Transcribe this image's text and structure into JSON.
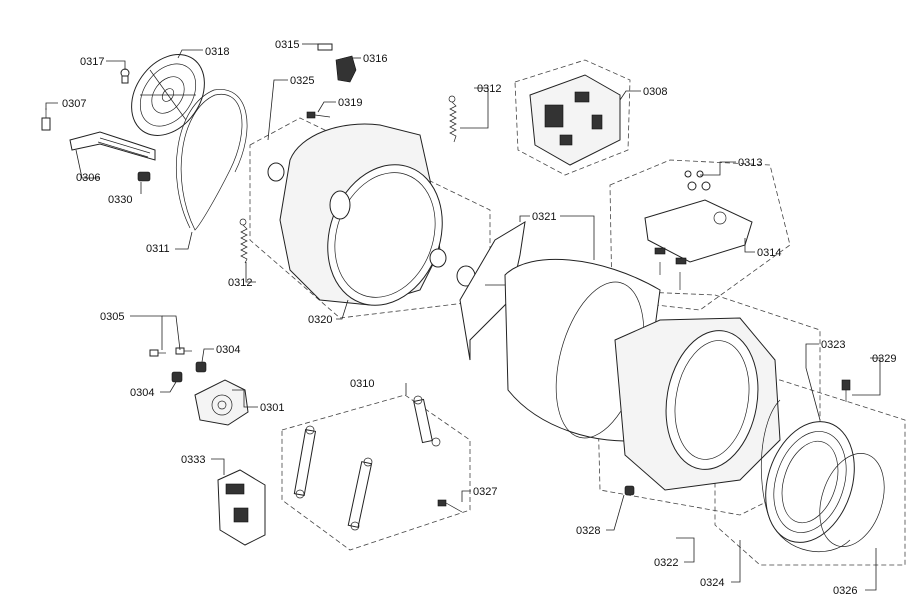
{
  "labels": {
    "p0301": "0301",
    "p0304a": "0304",
    "p0304b": "0304",
    "p0305": "0305",
    "p0306": "0306",
    "p0307": "0307",
    "p0308": "0308",
    "p0310": "0310",
    "p0311": "0311",
    "p0312a": "0312",
    "p0312b": "0312",
    "p0313": "0313",
    "p0314": "0314",
    "p0315": "0315",
    "p0316": "0316",
    "p0317": "0317",
    "p0318": "0318",
    "p0319": "0319",
    "p0320": "0320",
    "p0321": "0321",
    "p0322": "0322",
    "p0323": "0323",
    "p0324": "0324",
    "p0325": "0325",
    "p0326": "0326",
    "p0327": "0327",
    "p0328": "0328",
    "p0329": "0329",
    "p0330": "0330",
    "p0333": "0333"
  }
}
